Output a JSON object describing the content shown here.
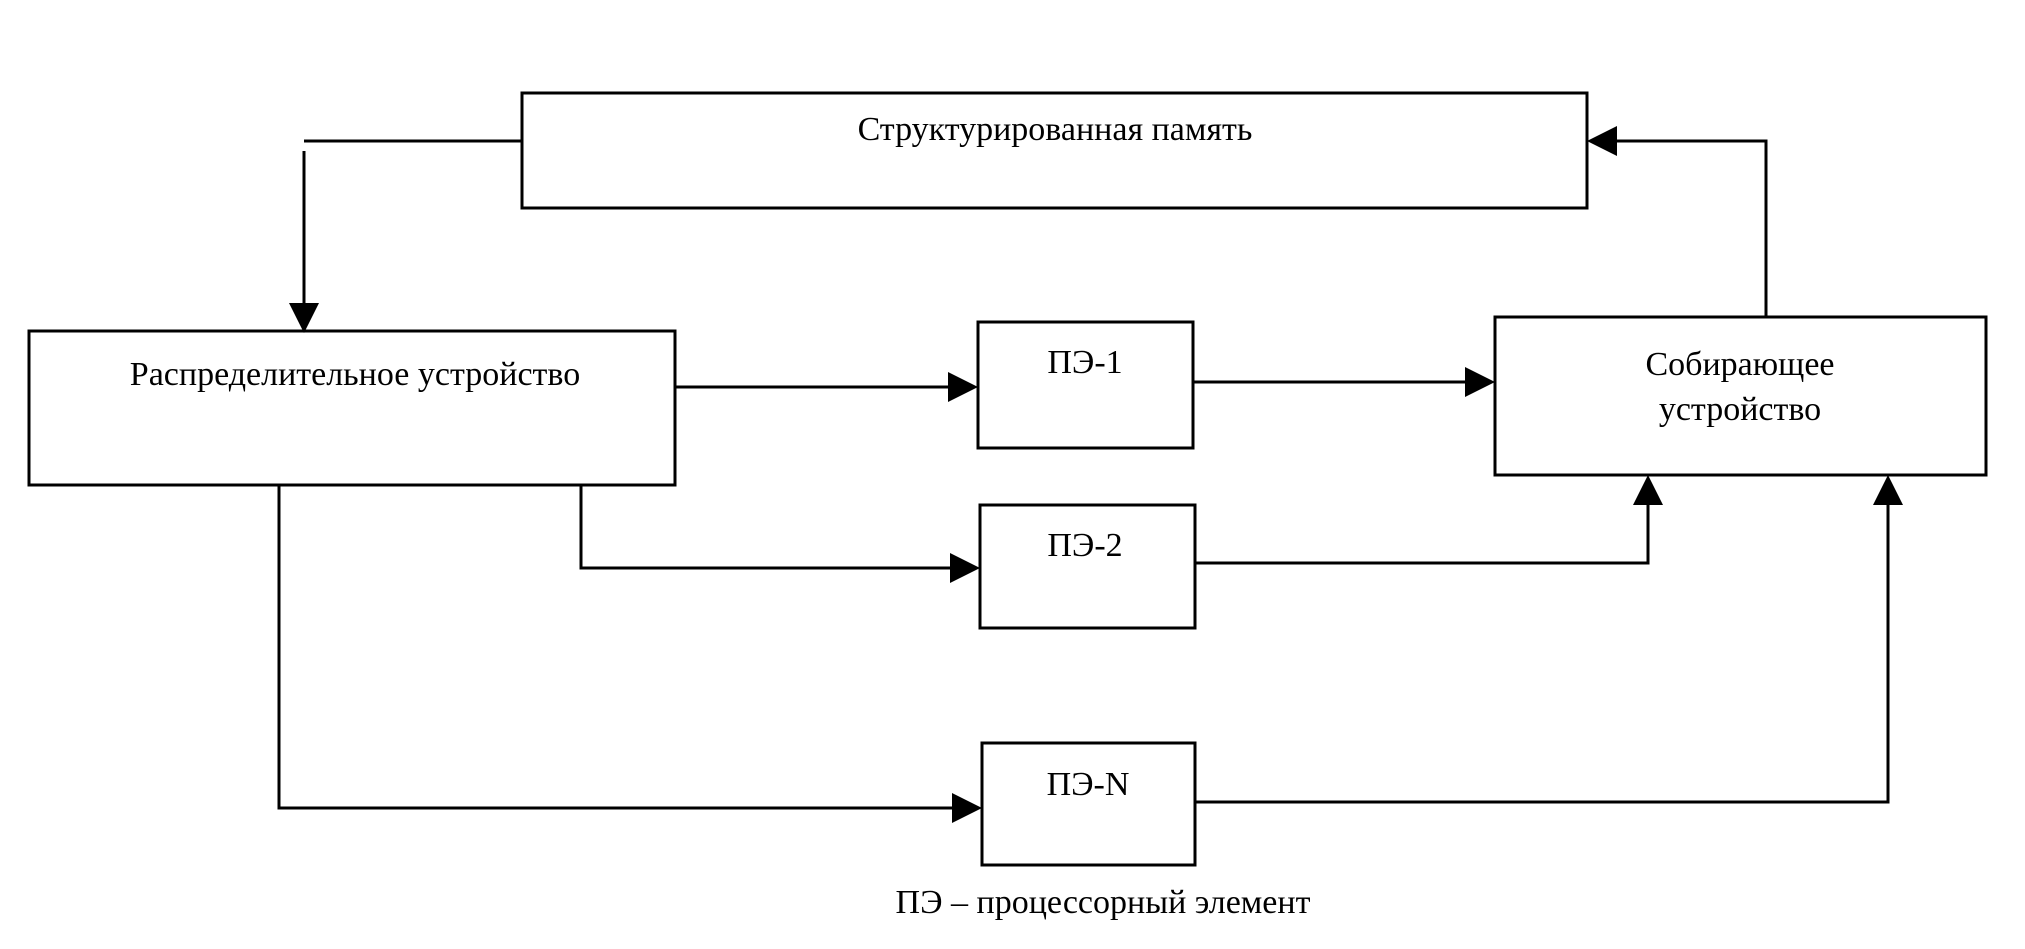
{
  "blocks": {
    "memory": "Структурированная память",
    "distributor": "Распределительное устройство",
    "collector_line1": "Собирающее",
    "collector_line2": "устройство",
    "pe1": "ПЭ-1",
    "pe2": "ПЭ-2",
    "peN": "ПЭ-N"
  },
  "legend": "ПЭ – процессорный элемент",
  "connections": [
    {
      "from": "memory",
      "to": "distributor"
    },
    {
      "from": "distributor",
      "to": "pe1"
    },
    {
      "from": "distributor",
      "to": "pe2"
    },
    {
      "from": "distributor",
      "to": "peN"
    },
    {
      "from": "pe1",
      "to": "collector"
    },
    {
      "from": "pe2",
      "to": "collector"
    },
    {
      "from": "peN",
      "to": "collector"
    },
    {
      "from": "collector",
      "to": "memory"
    }
  ]
}
